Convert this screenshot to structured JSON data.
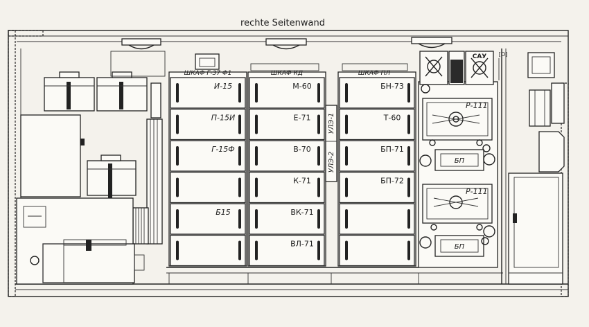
{
  "title": "rechte Seitenwand",
  "cabinets": {
    "left": {
      "header": "ШКАФ Г-37 Ф1",
      "drawers": [
        "И-15",
        "П-15И",
        "Г-15Ф",
        "",
        "Б15",
        ""
      ]
    },
    "middle": {
      "header": "ШКАФ КД",
      "drawers": [
        "М-60",
        "Е-71",
        "В-70",
        "К-71",
        "ВК-71",
        "ВЛ-71"
      ]
    },
    "right": {
      "header": "ШКАФ ПЛ",
      "drawers": [
        "БН-73",
        "Т-60",
        "БП-71",
        "БП-72",
        "",
        ""
      ]
    }
  },
  "vertical_labels": [
    "УЛЭ-1",
    "УЛЭ-2"
  ],
  "devices": {
    "p111_top": "Р-111",
    "bp_top": "БП",
    "p111_bottom": "Р-111",
    "bp_bottom": "БП",
    "sau_label": "САУ",
    "small_tag": "[О]"
  },
  "colors": {
    "paper": "#f4f2ec",
    "ink": "#222222"
  }
}
